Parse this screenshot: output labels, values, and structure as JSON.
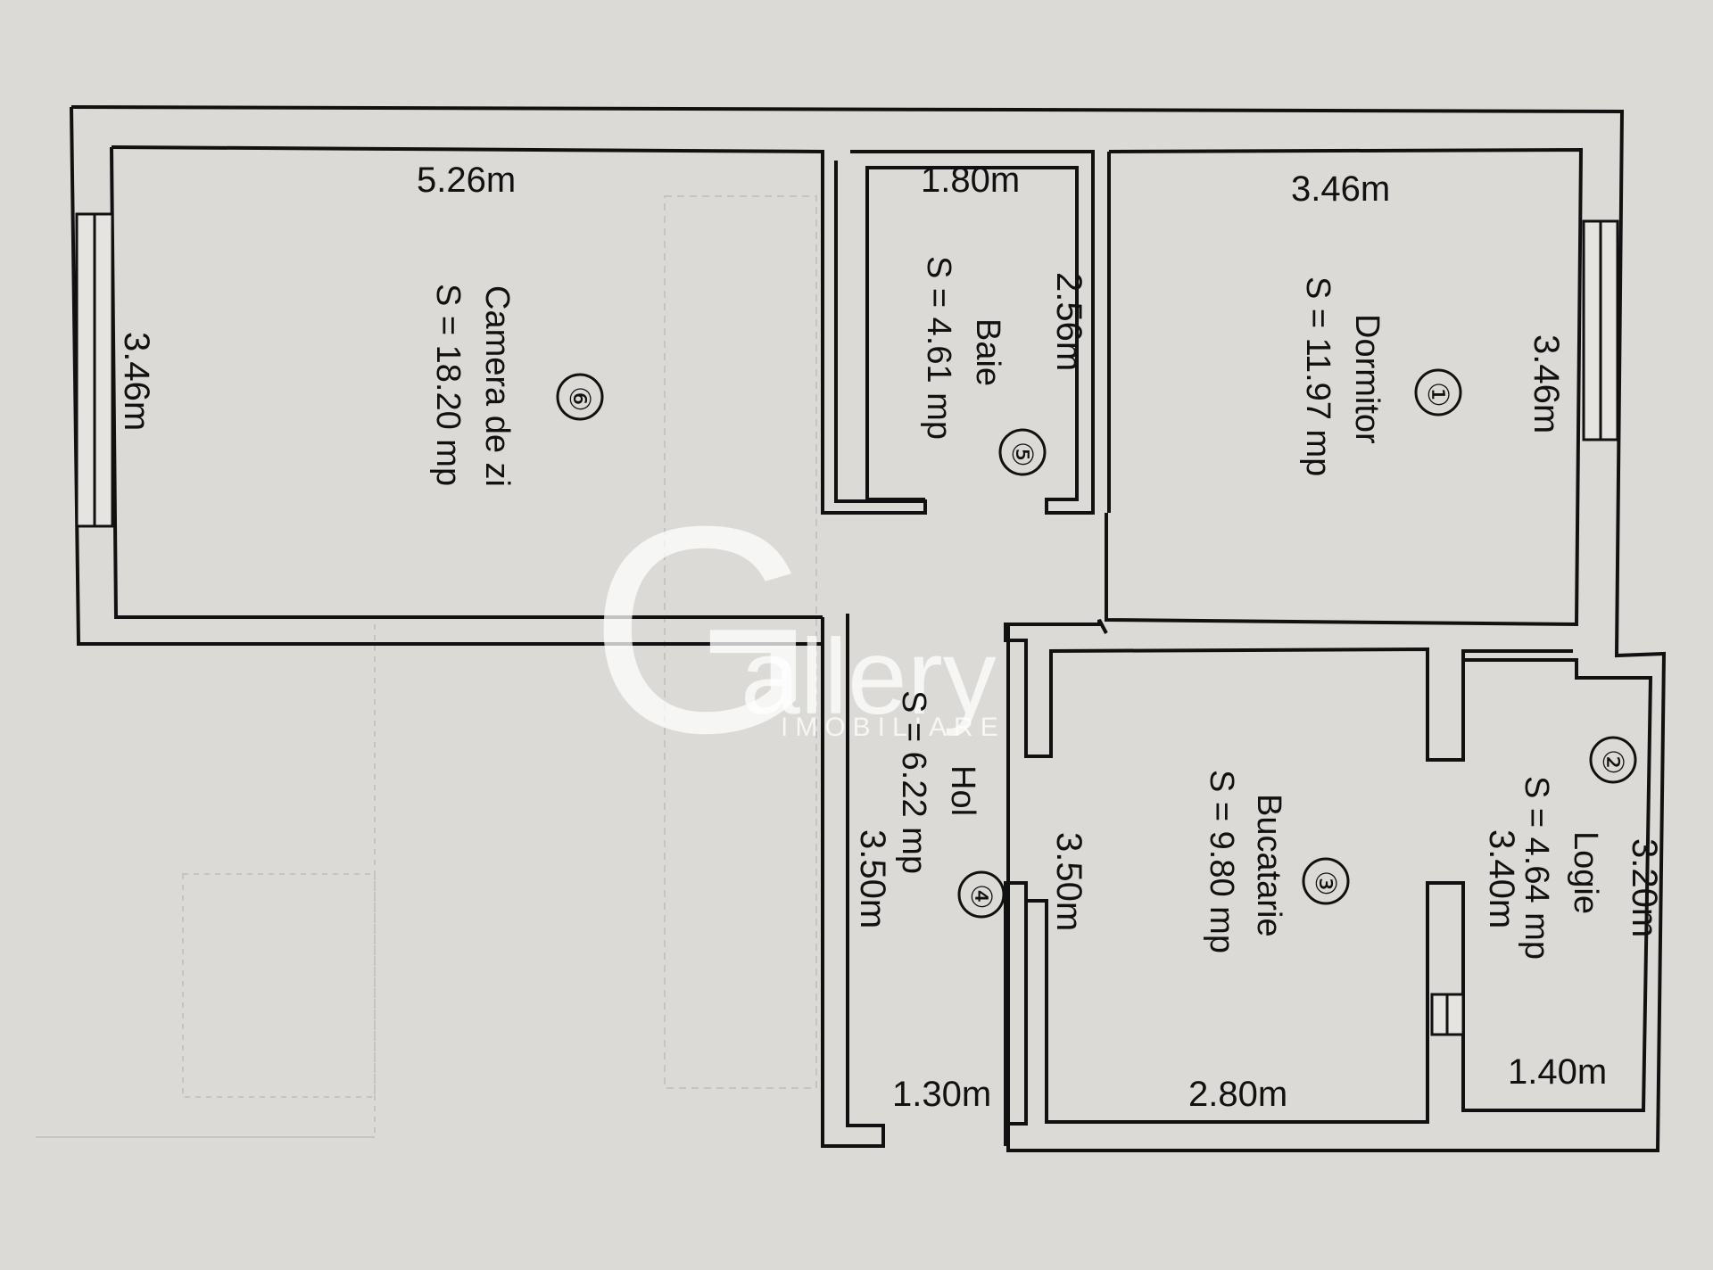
{
  "watermark": {
    "letter": "G",
    "word": "allery",
    "subtitle": "IMOBILIARE"
  },
  "rooms": [
    {
      "number": "①",
      "name": "Dormitor",
      "area": "S = 11.97 mp",
      "dim_a": "3.46m",
      "dim_b": "3.46m"
    },
    {
      "number": "②",
      "name": "Logie",
      "area": "S = 4.64 mp",
      "dim_a": "3.20m",
      "dim_b": "3.40m",
      "dim_c": "1.40m"
    },
    {
      "number": "③",
      "name": "Bucatarie",
      "area": "S = 9.80 mp",
      "dim_a": "3.50m",
      "dim_b": "2.80m"
    },
    {
      "number": "④",
      "name": "Hol",
      "area": "S = 6.22 mp",
      "dim_a": "3.50m",
      "dim_b": "1.30m"
    },
    {
      "number": "⑤",
      "name": "Baie",
      "area": "S = 4.61 mp",
      "dim_a": "1.80m",
      "dim_b": "2.56m"
    },
    {
      "number": "⑥",
      "name": "Camera de zi",
      "area": "S = 18.20 mp",
      "dim_a": "5.26m",
      "dim_b": "3.46m"
    }
  ]
}
